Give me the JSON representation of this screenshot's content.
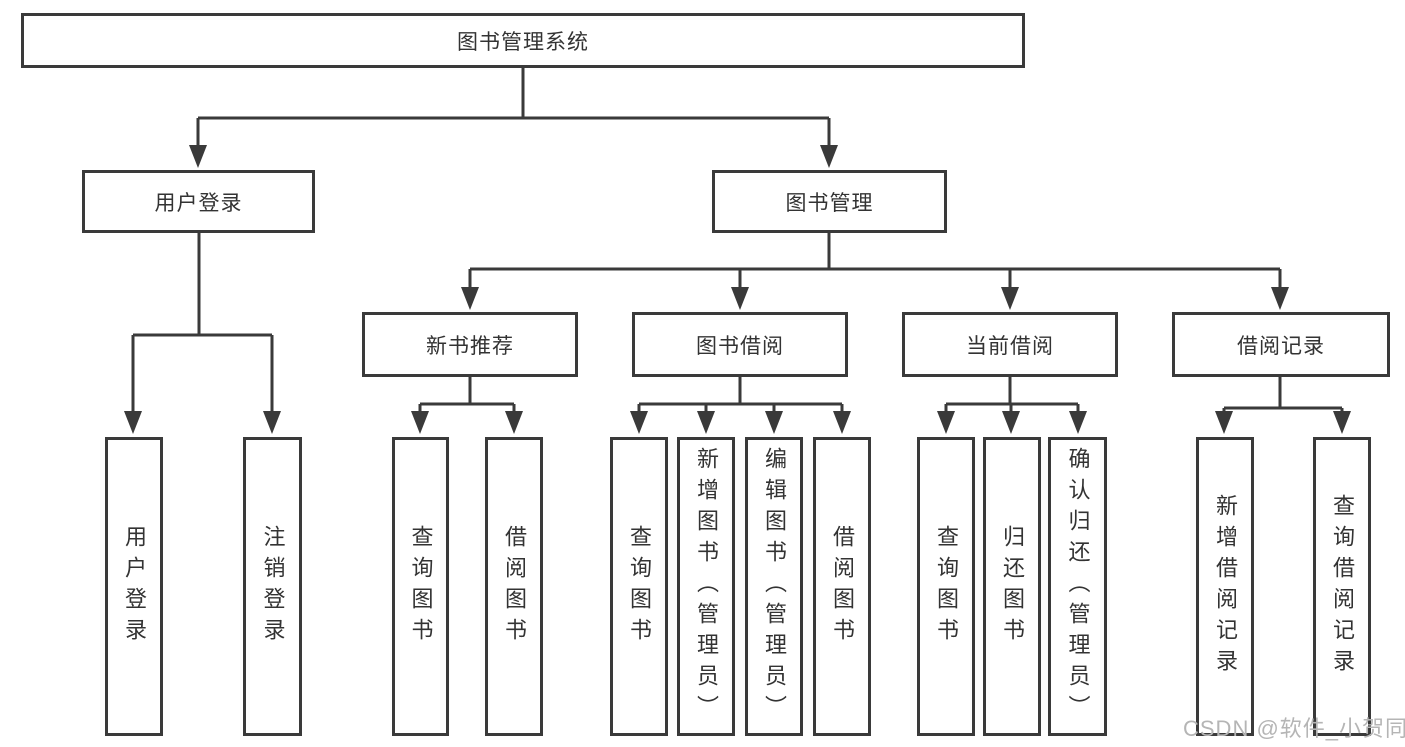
{
  "tree": {
    "root": "图书管理系统",
    "branches": [
      {
        "label": "用户登录",
        "children": [
          "用户登录",
          "注销登录"
        ]
      },
      {
        "label": "图书管理",
        "groups": [
          {
            "label": "新书推荐",
            "children": [
              "查询图书",
              "借阅图书"
            ]
          },
          {
            "label": "图书借阅",
            "children": [
              "查询图书",
              "新增图书（管理员）",
              "编辑图书（管理员）",
              "借阅图书"
            ]
          },
          {
            "label": "当前借阅",
            "children": [
              "查询图书",
              "归还图书",
              "确认归还（管理员）"
            ]
          },
          {
            "label": "借阅记录",
            "children": [
              "新增借阅记录",
              "查询借阅记录"
            ]
          }
        ]
      }
    ]
  },
  "watermark": "CSDN @软件_小贺同学",
  "colors": {
    "line": "#3a3a3a",
    "text": "#333333",
    "watermark": "#b5b5b5",
    "background": "#ffffff"
  }
}
